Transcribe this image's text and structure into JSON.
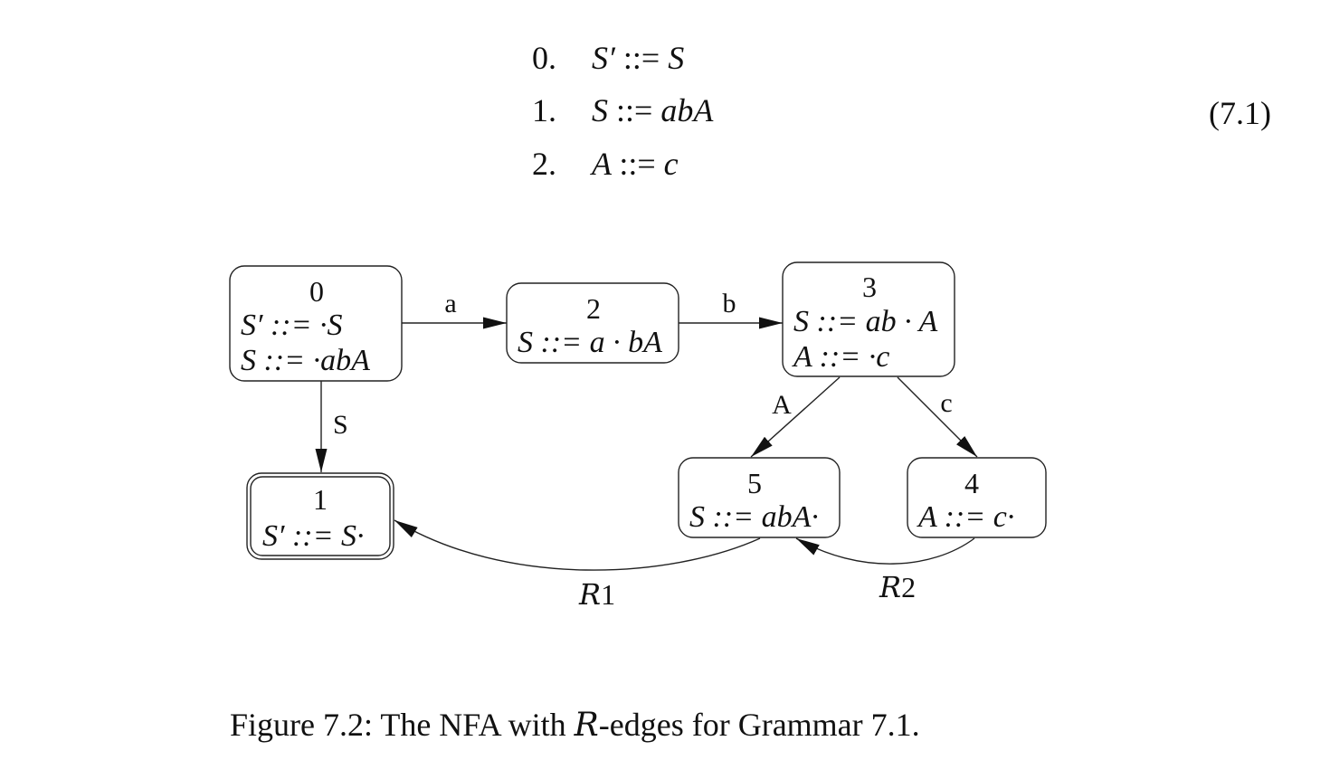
{
  "grammar": {
    "rules": [
      {
        "num": "0.",
        "lhs": "S′",
        "op": "::=",
        "rhs": "S"
      },
      {
        "num": "1.",
        "lhs": "S",
        "op": "::=",
        "rhs": "abA"
      },
      {
        "num": "2.",
        "lhs": "A",
        "op": "::=",
        "rhs": "c"
      }
    ],
    "equation_number": "(7.1)"
  },
  "nfa": {
    "states": [
      {
        "id": "0",
        "items": [
          "S′ ::= ·S",
          "S ::= ·abA"
        ],
        "accepting": false
      },
      {
        "id": "1",
        "items": [
          "S′ ::= S·"
        ],
        "accepting": true
      },
      {
        "id": "2",
        "items": [
          "S ::= a · bA"
        ],
        "accepting": false
      },
      {
        "id": "3",
        "items": [
          "S ::= ab · A",
          "A ::= ·c"
        ],
        "accepting": false
      },
      {
        "id": "4",
        "items": [
          "A ::= c·"
        ],
        "accepting": false
      },
      {
        "id": "5",
        "items": [
          "S ::= abA·"
        ],
        "accepting": false
      }
    ],
    "edges": [
      {
        "from": "0",
        "to": "2",
        "label": "a"
      },
      {
        "from": "2",
        "to": "3",
        "label": "b"
      },
      {
        "from": "0",
        "to": "1",
        "label": "S"
      },
      {
        "from": "3",
        "to": "5",
        "label": "A"
      },
      {
        "from": "3",
        "to": "4",
        "label": "c"
      },
      {
        "from": "5",
        "to": "1",
        "label": "R1",
        "kind": "reduce"
      },
      {
        "from": "4",
        "to": "5",
        "label": "R2",
        "kind": "reduce"
      }
    ]
  },
  "caption": {
    "prefix": "Figure 7.2: The NFA with ",
    "script_r": "R",
    "suffix": "-edges for Grammar 7.1."
  }
}
